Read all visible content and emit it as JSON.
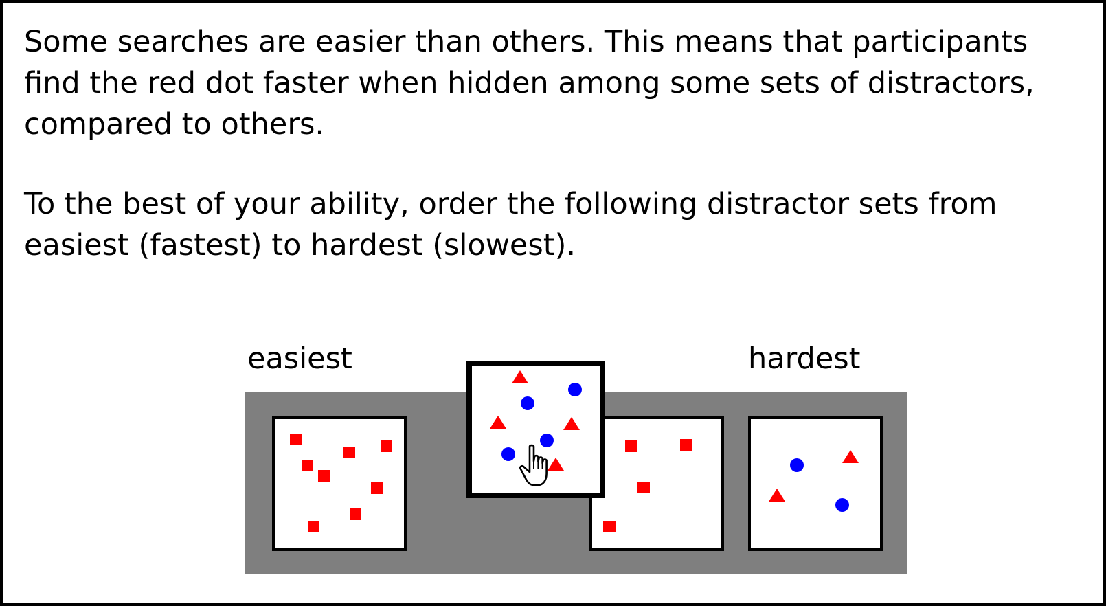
{
  "text": {
    "intro": "Some searches are easier than others. This means that participants find the red dot faster when hidden among some sets of distractors, compared to others.",
    "instruction": "To the best of your ability, order the following distractor sets from easiest (fastest) to hardest (slowest).",
    "label_easiest": "easiest",
    "label_hardest": "hardest"
  },
  "colors": {
    "red": "#ff0000",
    "blue": "#0000ff",
    "tray": "#7f7f7f",
    "card_border": "#000000"
  },
  "cards": [
    {
      "id": "red-squares-card",
      "distractors": [
        "red-square"
      ],
      "count": 8,
      "state": "placed"
    },
    {
      "id": "mixed-card",
      "distractors": [
        "red-triangle",
        "blue-circle"
      ],
      "count": 8,
      "state": "being-dragged"
    },
    {
      "id": "few-red-squares-card",
      "distractors": [
        "red-square"
      ],
      "count": 4,
      "state": "placed"
    },
    {
      "id": "few-mixed-card",
      "distractors": [
        "red-triangle",
        "blue-circle"
      ],
      "count": 4,
      "state": "placed"
    }
  ],
  "cursor": {
    "icon": "hand-pointer-icon"
  }
}
